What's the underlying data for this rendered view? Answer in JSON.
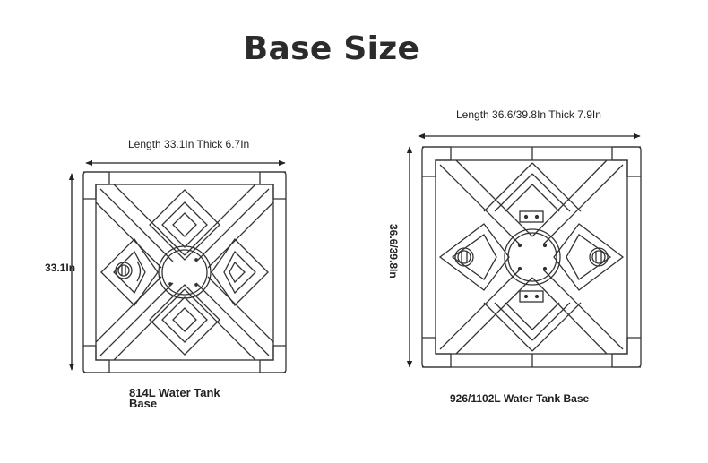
{
  "title": "Base Size",
  "left": {
    "length_label": "Length 33.1In Thick 6.7In",
    "side_label": "33.1In",
    "caption_line1": "814L Water Tank",
    "caption_line2": "Base"
  },
  "right": {
    "length_label": "Length 36.6/39.8In Thick 7.9In",
    "side_label": "36.6/39.8In",
    "caption": "926/1102L Water Tank Base"
  }
}
